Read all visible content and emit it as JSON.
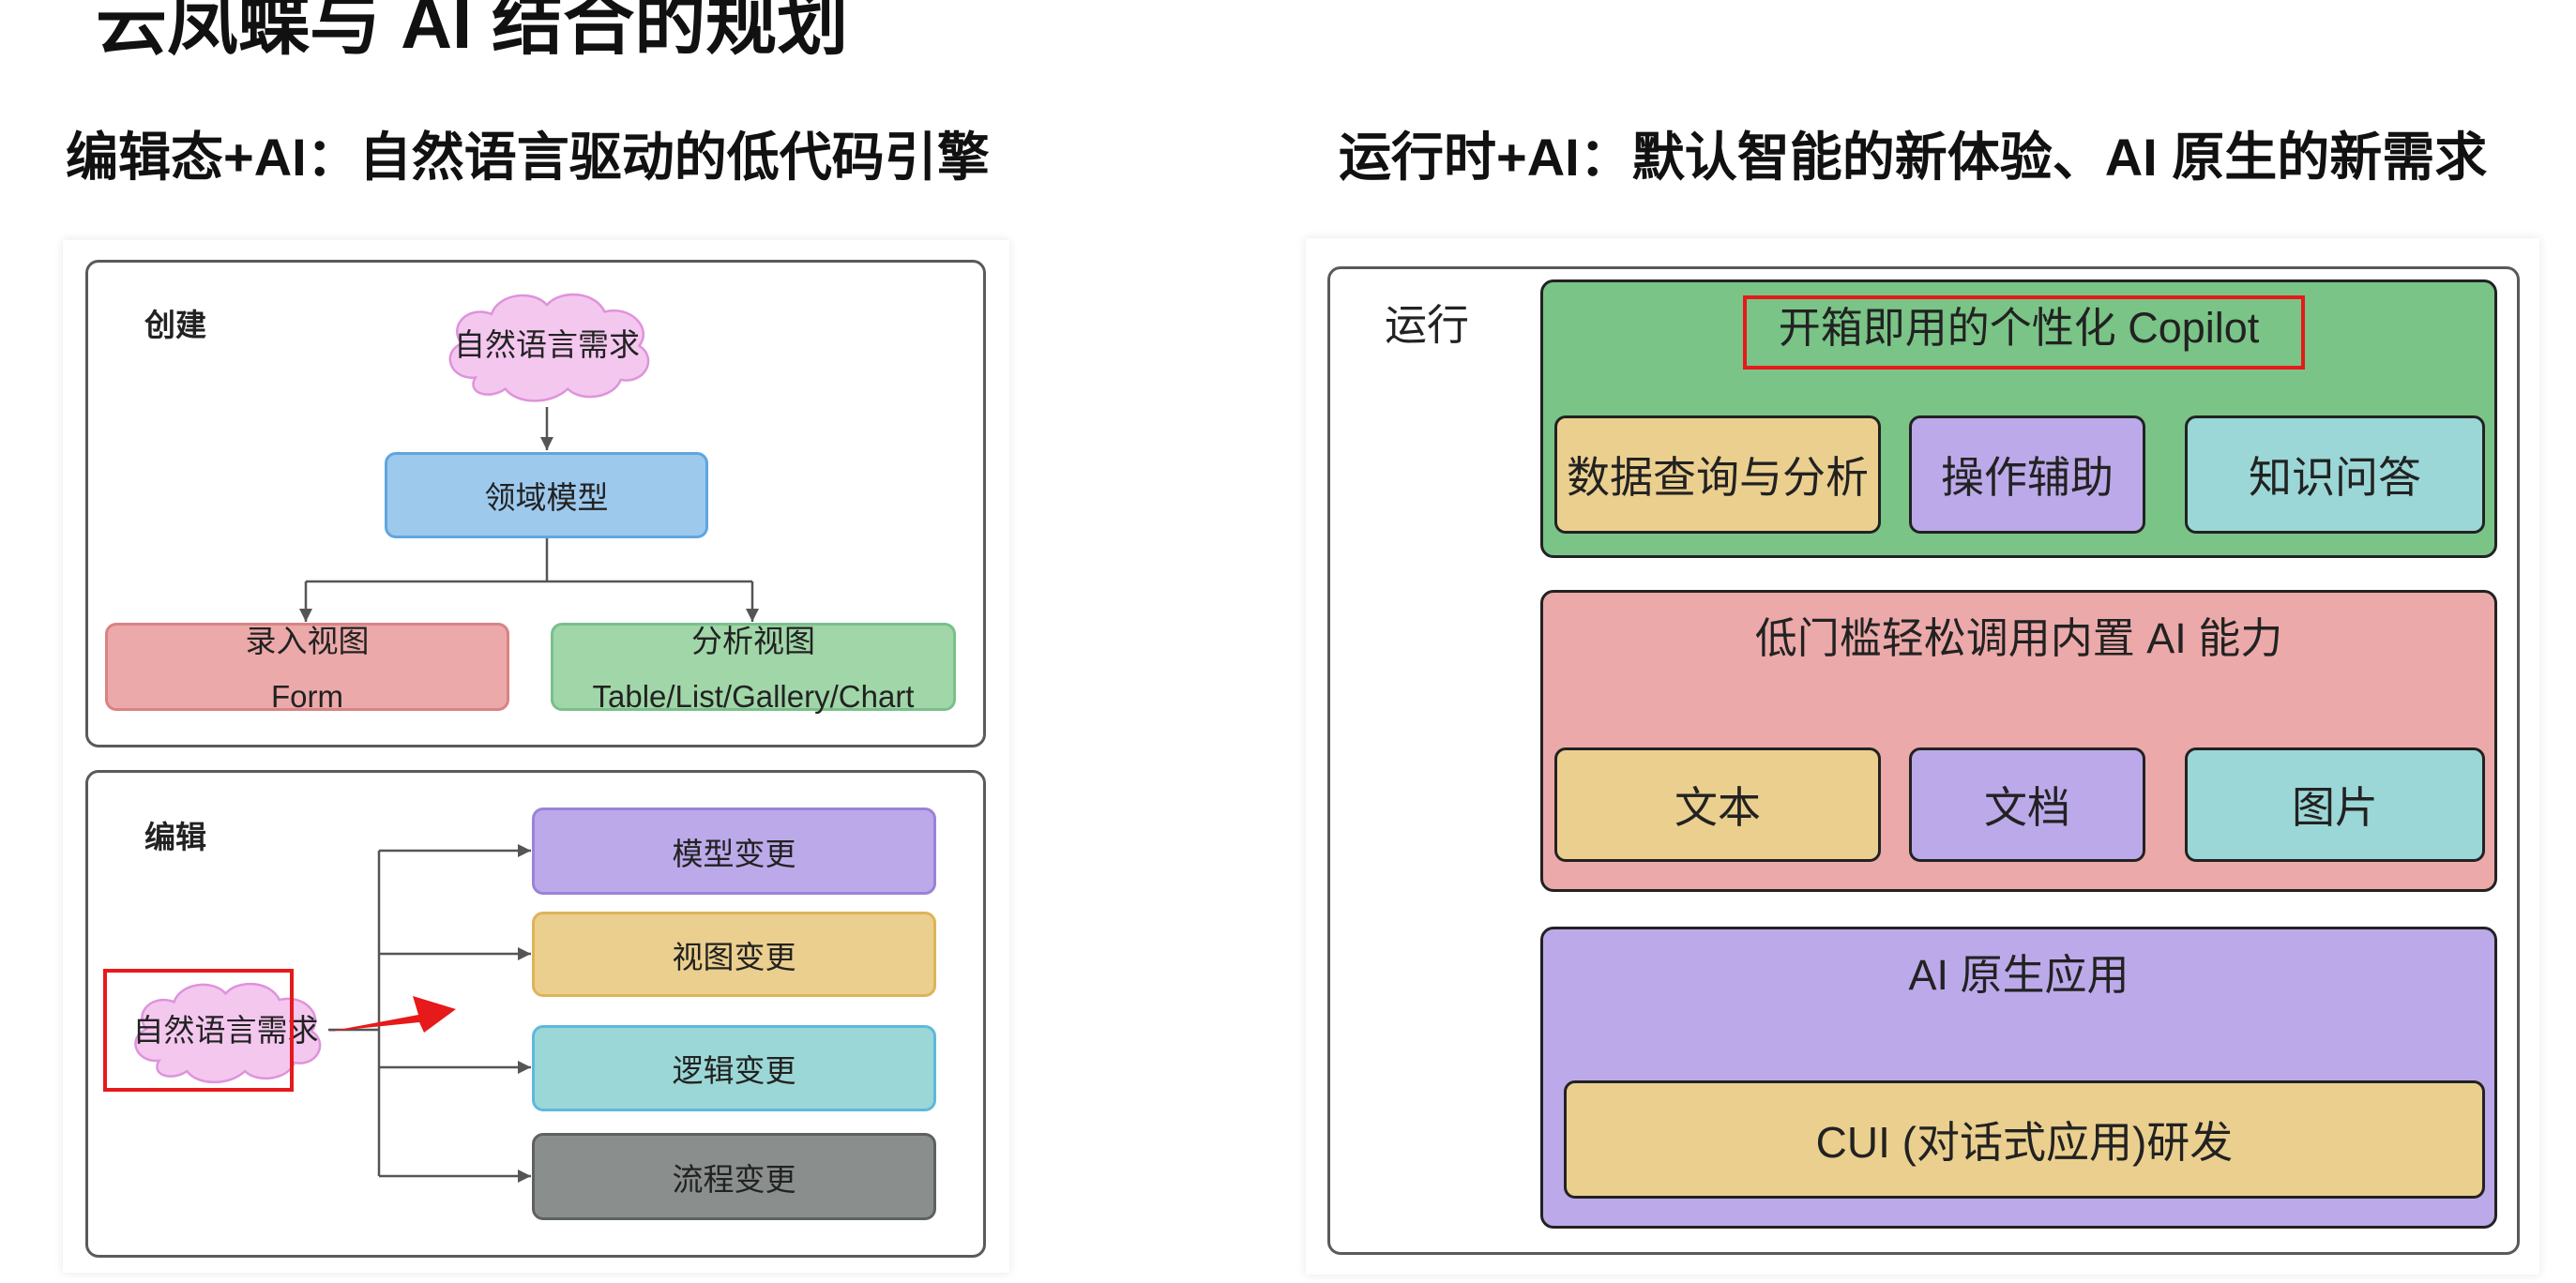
{
  "title": "云凤蝶与 AI 结合的规划",
  "editing": {
    "heading": "编辑态+AI：自然语言驱动的低代码引擎",
    "create": {
      "label": "创建",
      "requirement": "自然语言需求",
      "domain_model": "领域模型",
      "input_view": {
        "title": "录入视图",
        "subtitle": "Form"
      },
      "analysis_view": {
        "title": "分析视图",
        "subtitle": "Table/List/Gallery/Chart"
      }
    },
    "edit": {
      "label": "编辑",
      "requirement": "自然语言需求",
      "changes": [
        "模型变更",
        "视图变更",
        "逻辑变更",
        "流程变更"
      ]
    }
  },
  "runtime": {
    "heading": "运行时+AI：默认智能的新体验、AI 原生的新需求",
    "label": "运行",
    "layers": [
      {
        "title": "开箱即用的个性化 Copilot",
        "items": [
          "数据查询与分析",
          "操作辅助",
          "知识问答"
        ]
      },
      {
        "title": "低门槛轻松调用内置 AI 能力",
        "items": [
          "文本",
          "文档",
          "图片"
        ]
      },
      {
        "title": "AI 原生应用",
        "items": [
          "CUI (对话式应用)研发"
        ]
      }
    ]
  },
  "colors": {
    "highlight": "#e6191b",
    "cloud_fill": "#f4c7ef",
    "cloud_stroke": "#de93dc",
    "blue": "#9dc9ec",
    "red": "#eca9a9",
    "green_light": "#a0d6a8",
    "green": "#79c486",
    "purple": "#bca9e9",
    "yellow": "#ebcf8e",
    "teal": "#9bd7d6",
    "gray": "#8a8e8d"
  }
}
